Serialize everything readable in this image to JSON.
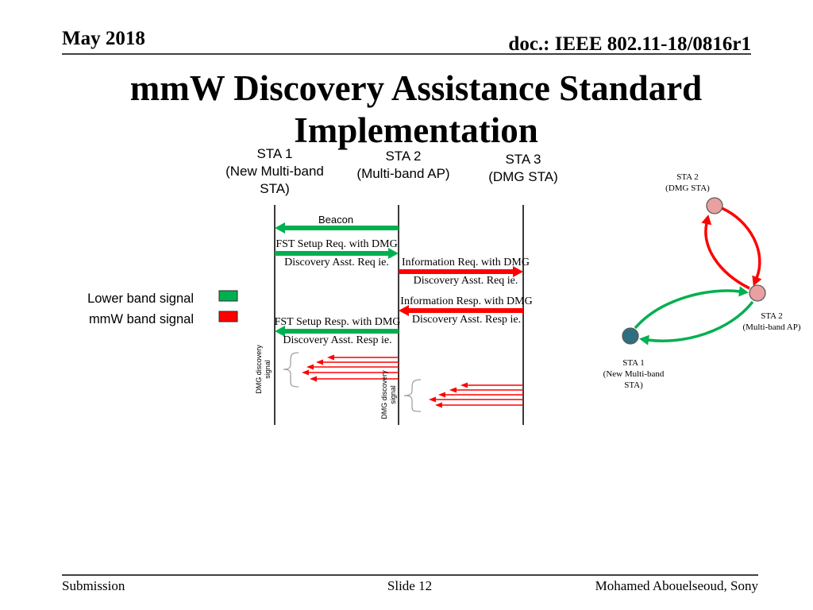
{
  "header": {
    "date": "May 2018",
    "doc_id": "doc.: IEEE 802.11-18/0816r1"
  },
  "title": {
    "line1": "mmW Discovery Assistance Standard",
    "line2": "Implementation"
  },
  "sequence_diagram": {
    "stations": [
      {
        "label": [
          "STA 1",
          "(New Multi-band",
          "STA)"
        ]
      },
      {
        "label": [
          "STA 2",
          "(Multi-band AP)"
        ]
      },
      {
        "label": [
          "STA 3",
          "(DMG STA)"
        ]
      }
    ],
    "messages": [
      {
        "label": [
          "Beacon"
        ],
        "from": 1,
        "to": 0,
        "color": "#00B050"
      },
      {
        "label": [
          "FST Setup Req. with DMG",
          "Discovery Asst. Req ie."
        ],
        "from": 0,
        "to": 1,
        "color": "#00B050"
      },
      {
        "label": [
          "Information Req. with DMG",
          "Discovery Asst. Req ie."
        ],
        "from": 1,
        "to": 2,
        "color": "#FF0000"
      },
      {
        "label": [
          "Information Resp. with DMG",
          "Discovery Asst. Resp ie."
        ],
        "from": 2,
        "to": 1,
        "color": "#FF0000"
      },
      {
        "label": [
          "FST Setup Resp. with DMG",
          "Discovery Asst. Resp ie."
        ],
        "from": 1,
        "to": 0,
        "color": "#00B050"
      }
    ],
    "discovery_signals": [
      {
        "label": [
          "DMG discovery",
          "signal"
        ],
        "from": 1,
        "to": 0,
        "beams": 5,
        "color": "#FF0000"
      },
      {
        "label": [
          "DMG discovery",
          "signal"
        ],
        "from": 2,
        "to": 1,
        "beams": 5,
        "color": "#FF0000"
      }
    ]
  },
  "legend": [
    {
      "label": "Lower band signal",
      "color": "#00B050"
    },
    {
      "label": "mmW band signal",
      "color": "#FF0000"
    }
  ],
  "topology": {
    "nodes": [
      {
        "label": [
          "STA 2",
          "(DMG STA)"
        ],
        "color": "#E8A0A0"
      },
      {
        "label": [
          "STA 2",
          "(Multi-band AP)"
        ],
        "color": "#E8A0A0"
      },
      {
        "label": [
          "STA 1",
          "(New Multi-band",
          "STA)"
        ],
        "color": "#2F6E80"
      }
    ],
    "links": [
      {
        "from": 0,
        "to": 1,
        "color": "#FF0000"
      },
      {
        "from": 1,
        "to": 0,
        "color": "#FF0000"
      },
      {
        "from": 2,
        "to": 1,
        "color": "#00B050"
      },
      {
        "from": 1,
        "to": 2,
        "color": "#00B050"
      }
    ]
  },
  "footer": {
    "left": "Submission",
    "center": "Slide 12",
    "right": "Mohamed Abouelseoud, Sony"
  }
}
